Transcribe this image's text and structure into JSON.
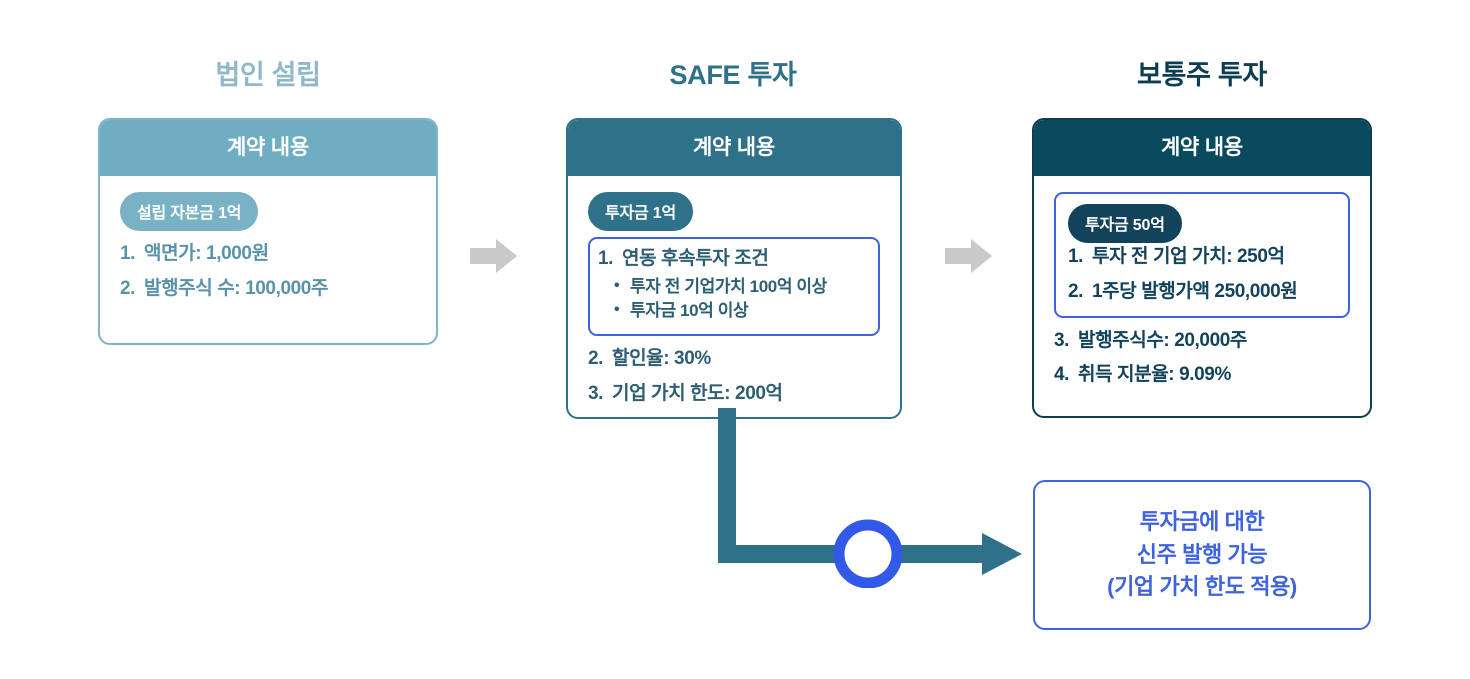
{
  "columns": [
    {
      "title": "법인 설립",
      "title_color": "#8FB9CB",
      "header_label": "계약 내용",
      "header_color": "#6FAEC2",
      "pill": "설립 자본금 1억",
      "items": [
        {
          "num": "1.",
          "text": "액면가: 1,000원"
        },
        {
          "num": "2.",
          "text": "발행주식 수: 100,000주"
        }
      ]
    },
    {
      "title": "SAFE 투자",
      "title_color": "#2E7189",
      "header_label": "계약 내용",
      "header_color": "#2E7189",
      "pill": "투자금 1억",
      "highlighted": {
        "num": "1.",
        "text": "연동 후속투자 조건",
        "sub_items": [
          "투자 전 기업가치 100억 이상",
          "투자금 10억 이상"
        ]
      },
      "items": [
        {
          "num": "2.",
          "text": "할인율: 30%"
        },
        {
          "num": "3.",
          "text": "기업 가치 한도: 200억"
        }
      ]
    },
    {
      "title": "보통주 투자",
      "title_color": "#0D3D51",
      "header_label": "계약 내용",
      "header_color": "#0A4A5E",
      "pill": "투자금 50억",
      "highlighted_items": [
        {
          "num": "1.",
          "text": "투자 전 기업 가치: 250억"
        },
        {
          "num": "2.",
          "text": "1주당 발행가액 250,000원"
        }
      ],
      "items": [
        {
          "num": "3.",
          "text": "발행주식수: 20,000주"
        },
        {
          "num": "4.",
          "text": "취득 지분율: 9.09%"
        }
      ]
    }
  ],
  "note": {
    "line1": "투자금에 대한",
    "line2": "신주 발행 가능",
    "line3": "(기업 가치 한도 적용)",
    "color": "#3F62DD"
  },
  "connectors": {
    "gray_arrow_color": "#C9C9C9",
    "elbow_color": "#2E7189",
    "ring_color": "#3259E8"
  }
}
